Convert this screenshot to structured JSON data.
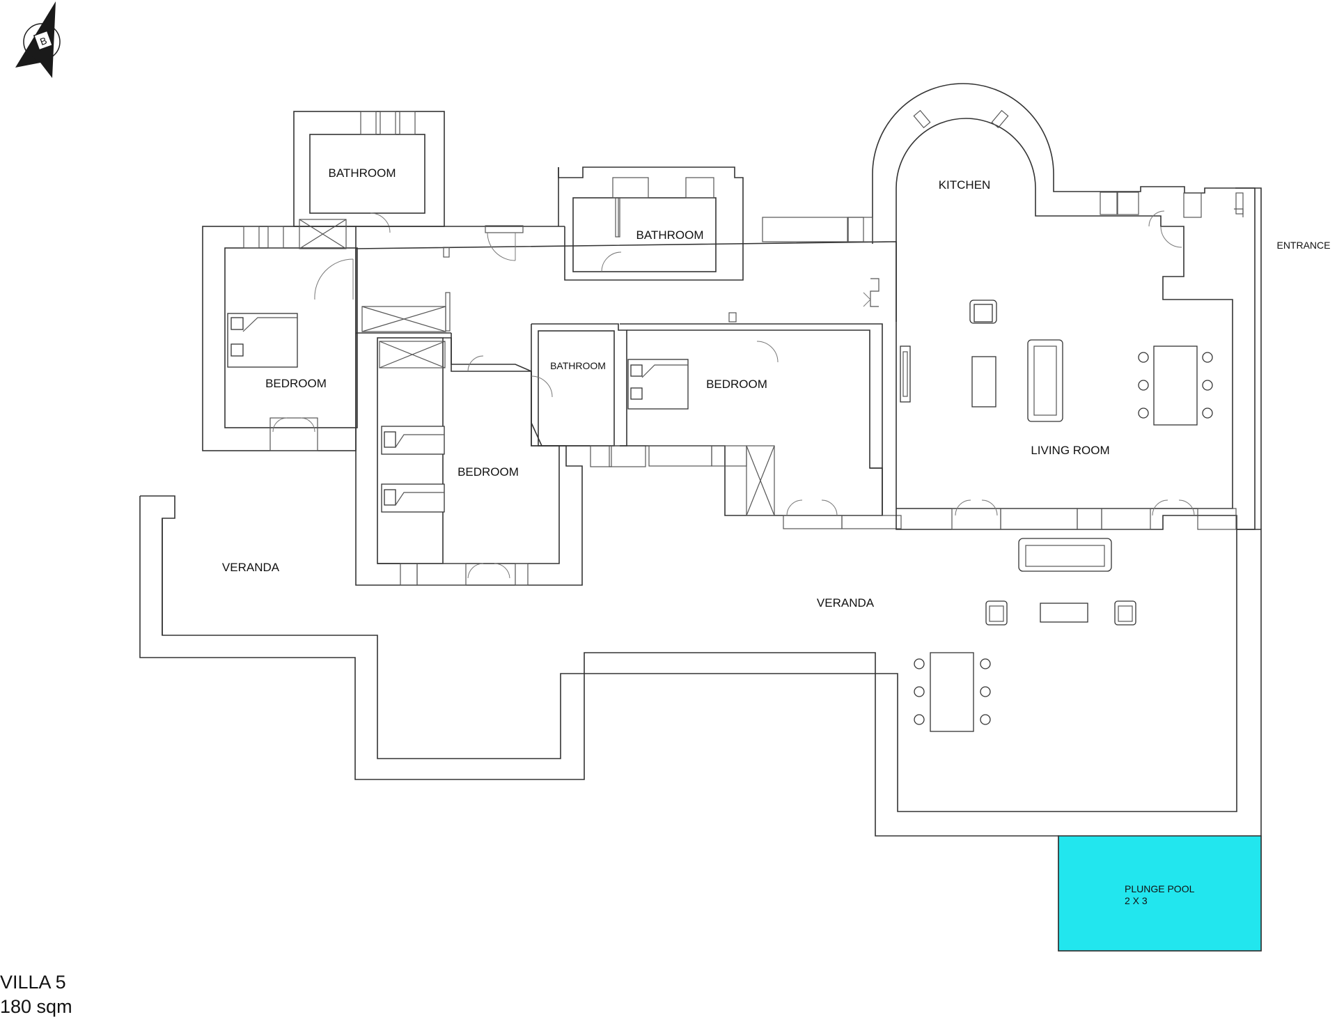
{
  "compass": {
    "letter": "B"
  },
  "rooms": {
    "bathroom_1": "BATHROOM",
    "bathroom_2": "BATHROOM",
    "bathroom_3": "BATHROOM",
    "kitchen": "KITCHEN",
    "entrance": "ENTRANCE",
    "bedroom_1": "BEDROOM",
    "bedroom_2": "BEDROOM",
    "bedroom_3": "BEDROOM",
    "living_room": "LIVING ROOM",
    "veranda_west": "VERANDA",
    "veranda_main": "VERANDA",
    "plunge_pool": "PLUNGE POOL",
    "plunge_pool_size": "2 X 3"
  },
  "caption": {
    "name": "VILLA 5",
    "area": "180 sqm"
  },
  "colors": {
    "pool": "#22e6ee",
    "wall": "#333333"
  }
}
